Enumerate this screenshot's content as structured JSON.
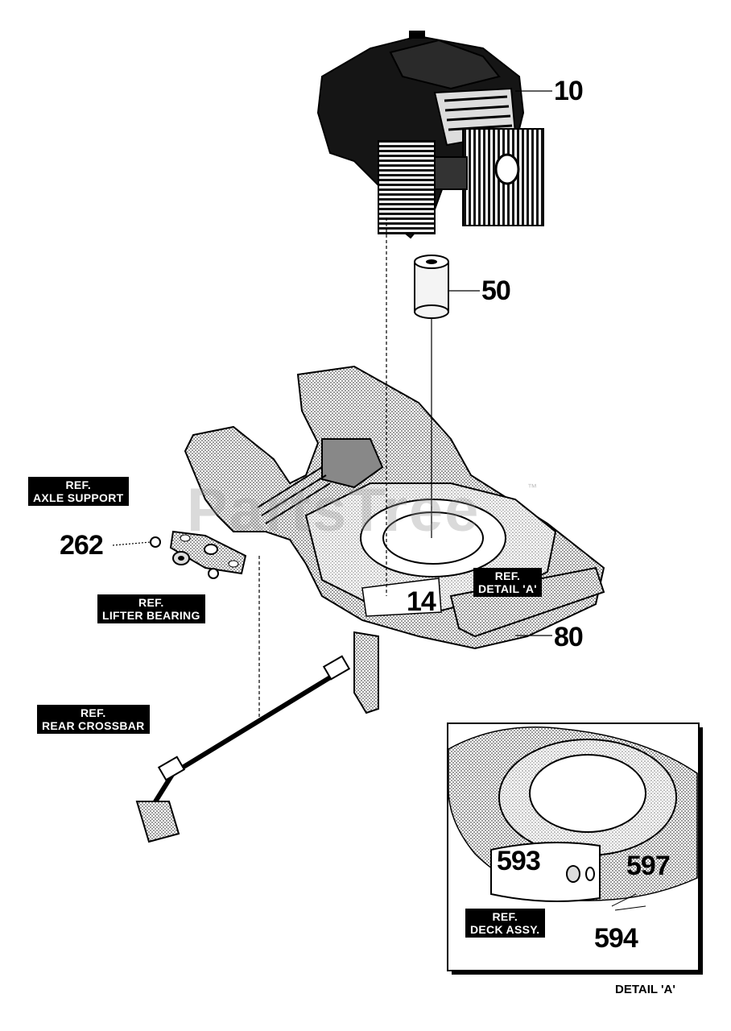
{
  "watermark": {
    "text": "PartsTree",
    "tm": "™"
  },
  "callouts": {
    "engine": "10",
    "spacer": "50",
    "bolt": "14",
    "deck": "80",
    "screw": "262",
    "d1": "593",
    "d2": "597",
    "d3": "594"
  },
  "refs": {
    "axle": {
      "l1": "REF.",
      "l2": "AXLE SUPPORT"
    },
    "lifter": {
      "l1": "REF.",
      "l2": "LIFTER BEARING"
    },
    "detail": {
      "l1": "REF.",
      "l2": "DETAIL 'A'"
    },
    "crossbar": {
      "l1": "REF.",
      "l2": "REAR CROSSBAR"
    },
    "deck_assy": {
      "l1": "REF.",
      "l2": "DECK ASSY."
    }
  },
  "detail_caption": "DETAIL 'A'"
}
